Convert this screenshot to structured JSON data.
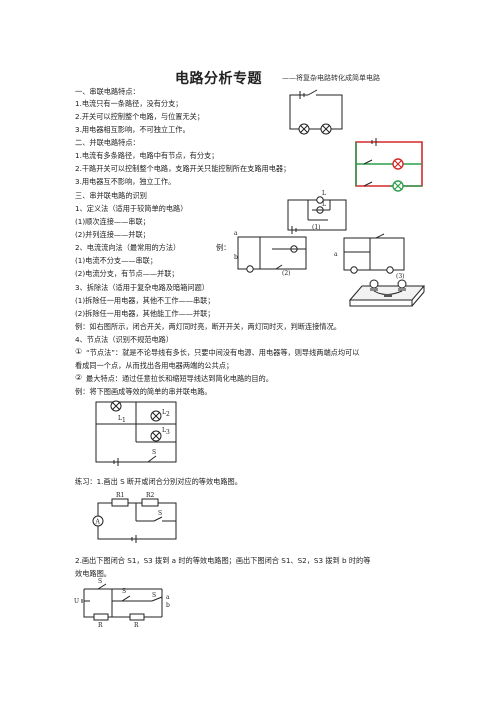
{
  "header": {
    "title": "电路分析专题",
    "subtitle": "——将复杂电路转化成简单电路"
  },
  "section1": {
    "heading": "一、串联电路特点：",
    "lines": [
      "1.电流只有一条路径，没有分支；",
      "2.开关可以控制整个电路，与位置无关；",
      "3.用电器相互影响，不可独立工作。"
    ]
  },
  "section2": {
    "heading": "二、并联电路特点：",
    "lines": [
      "1.电流有多条路径，电路中有节点，有分支；",
      "2.干路开关可以控制整个电路，支路开关只能控制所在支路用电器；",
      "3.用电器互不影响，独立工作。"
    ]
  },
  "section3": {
    "heading": "三、串并联电路的识别",
    "m1_title": "1、定义法（适用于较简单的电路）",
    "m1_items": [
      "(1)顺次连接——串联；",
      "(2)并列连接——并联；"
    ],
    "m2_title": "2、电流流向法（最常用的方法）",
    "m2_example": "例：",
    "m2_items": [
      "(1)电流不分支——串联；",
      "(2)电流分支，有节点——并联；"
    ],
    "m3_title": "3、拆除法（适用于复杂电路及暗箱问题）",
    "m3_items": [
      "(1)拆除任一用电器，其他不工作——串联；",
      "(2)拆除任一用电器，其他能工作——并联；"
    ],
    "m3_example": "例：如右图所示，闭合开关，两灯同时亮，断开开关，两灯同时灭，判断连接情况。",
    "m4_title": "4、节点法（识别不规范电路）",
    "m4_p1a": "“节点法”：就是不论导线有多长，只要中间没有电源、用电器等，则导线两端点均可以",
    "m4_p1b": "看成同一个点，从而找出各用电器两端的公共点；",
    "m4_p2": "最大特点：通过任意拉长和缩短导线达到简化电路的目的。",
    "m4_example": "例：将下图画成等效的简单的串并联电路。",
    "circ1": "①",
    "circ2": "②"
  },
  "diagram_labels": {
    "fig1": "(1)",
    "fig2": "(2)",
    "fig3": "(3)",
    "L1": "L",
    "L2": "L",
    "L3": "L",
    "sub1": "1",
    "sub2": "2",
    "sub3": "3",
    "S": "S",
    "S1": "S",
    "S2": "S",
    "S3": "S",
    "R1": "R1",
    "R2": "R2",
    "R1b": "R",
    "R2b": "R",
    "U": "U",
    "a": "a",
    "b": "b",
    "A": "A"
  },
  "practice": {
    "q1": "练习：1.画出 S 断开或闭合分别对应的等效电路图。",
    "q2a": "2.画出下图闭合 S1，S3 拨到 a 时的等效电路图；画出下图闭合 S1、S2，S3 拨到 b 时的等",
    "q2b": "效电路图。"
  },
  "colors": {
    "green": "#2e9e4e",
    "red": "#d42a2a",
    "ink": "#222222"
  }
}
